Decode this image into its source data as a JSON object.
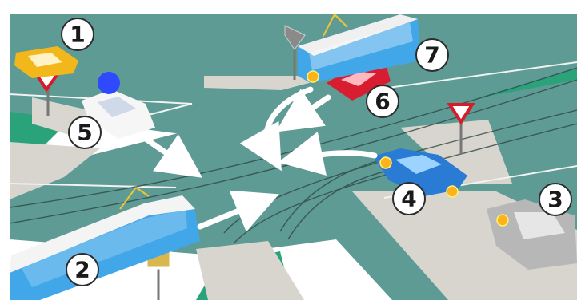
{
  "labels": {
    "n1": "1",
    "n2": "2",
    "n3": "3",
    "n4": "4",
    "n5": "5",
    "n6": "6",
    "n7": "7"
  },
  "colors": {
    "grass": "#1f9b74",
    "road": "#5f9a93",
    "sidewalk": "#d9d6d0",
    "tram": "#41a7e8",
    "police_light": "#2f49ff",
    "yellow_car": "#f2b81b",
    "red_car": "#d81d31",
    "blue_car": "#2a7bd3",
    "gray_car": "#b7b7b7",
    "arrow": "#ffffff"
  },
  "icons": {
    "yield_sign": "yield-sign-icon",
    "turn_signal": "turn-signal-icon",
    "police_beacon": "police-beacon-icon"
  }
}
